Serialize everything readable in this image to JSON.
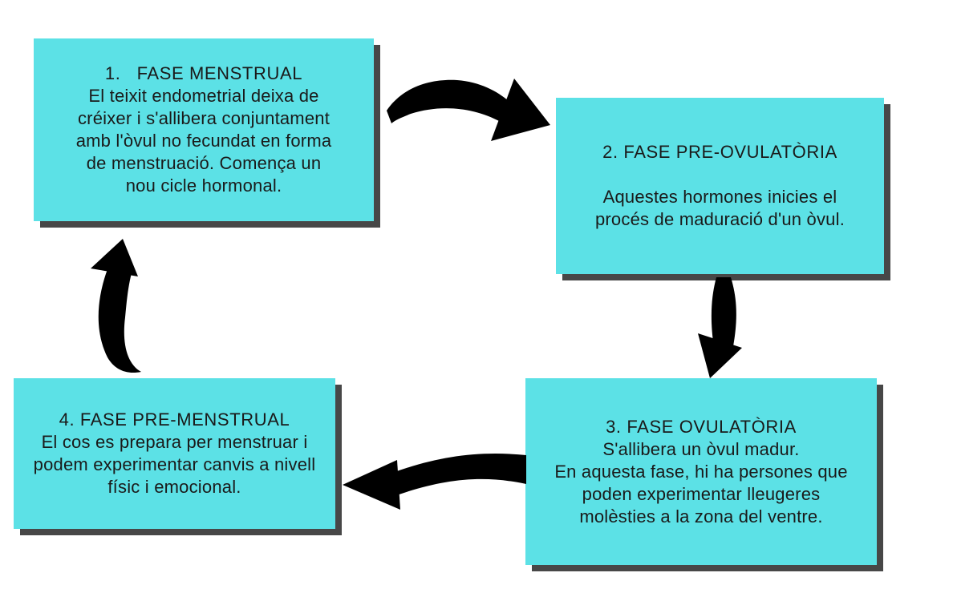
{
  "colors": {
    "background": "#FFFFFF",
    "box_fill": "#5CE1E6",
    "box_shadow": "#474747",
    "text_color": "#1A1A1A",
    "arrow_color": "#000000"
  },
  "diagram": {
    "boxes": [
      {
        "title": "1.   FASE MENSTRUAL",
        "body": "El teixit endometrial deixa de\ncréixer i s'allibera conjuntament\namb l'òvul no fecundat en forma\nde menstruació. Comença un\nnou cicle hormonal."
      },
      {
        "title": "2. FASE PRE-OVULATÒRIA",
        "body": "\nAquestes hormones inicies el\nprocés de maduració d'un òvul."
      },
      {
        "title": "3. FASE OVULATÒRIA",
        "body": "S'allibera un òvul madur.\nEn aquesta fase, hi ha persones que\npoden experimentar lleugeres\nmolèsties a la zona del ventre."
      },
      {
        "title": "4. FASE PRE-MENSTRUAL",
        "body": "El cos es prepara per menstruar i\npodem experimentar canvis a nivell\nfísic i emocional."
      }
    ],
    "arrows": [
      {
        "from": "1",
        "to": "2",
        "direction": "right"
      },
      {
        "from": "2",
        "to": "3",
        "direction": "down"
      },
      {
        "from": "3",
        "to": "4",
        "direction": "left"
      },
      {
        "from": "4",
        "to": "1",
        "direction": "up"
      }
    ]
  }
}
